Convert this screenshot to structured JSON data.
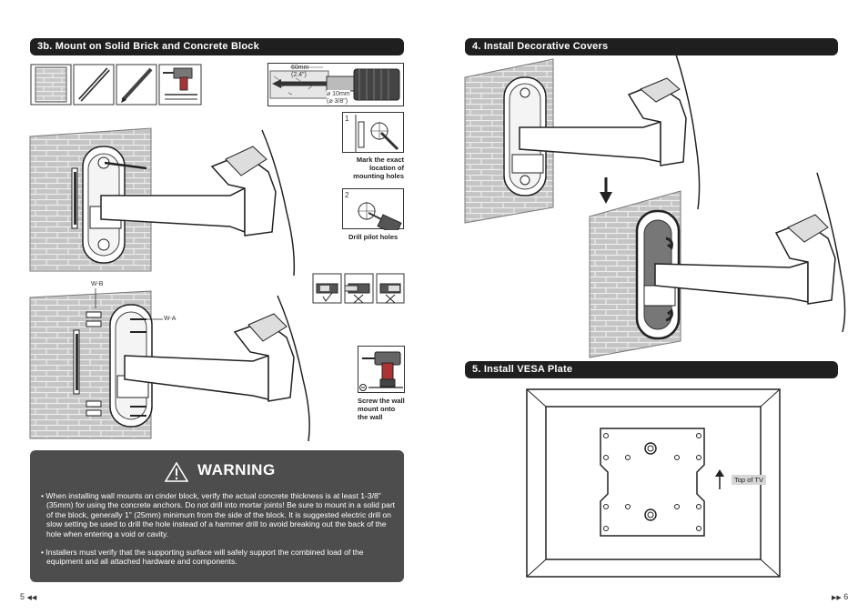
{
  "left": {
    "section_title": "3b. Mount on Solid Brick and Concrete Block",
    "drill_diagram": {
      "depth": "60mm",
      "depth_in": "(2.4\")",
      "diameter": "⌀ 10mm",
      "diameter_in": "(⌀ 3/8\")"
    },
    "step1": {
      "number": "1",
      "caption_lines": [
        "Mark the exact",
        "location of",
        "mounting holes"
      ]
    },
    "step2": {
      "number": "2",
      "caption": "Drill pilot holes"
    },
    "labels": {
      "wb": "W-B",
      "wa": "W-A"
    },
    "step3": {
      "caption_lines": [
        "Screw the wall",
        "mount onto",
        "the wall"
      ]
    },
    "warning": {
      "title": "WARNING",
      "bullets": [
        "• When installing wall mounts on cinder block, verify the actual concrete thickness is at least 1-3/8\" (35mm) for using the concrete anchors. Do not drill into mortar joints! Be sure to mount in a solid part of the block, generally 1\" (25mm) minimum from the side of the block. It is suggested electric drill on slow setting be used to drill the hole instead of a hammer drill to avoid breaking out the back of the hole when entering a void or cavity.",
        "• Installers must verify that the supporting surface will safely support the combined load of the equipment and all attached hardware and components."
      ]
    },
    "page_number": "5"
  },
  "right": {
    "section4_title": "4. Install Decorative Covers",
    "section5_title": "5.  Install VESA Plate",
    "top_of_tv": "Top of  TV",
    "page_number": "6"
  },
  "colors": {
    "bar": "#1f1f1f",
    "warning_bg": "#4d4d4d",
    "brick": "#bdbdbd",
    "mortar": "#ececec"
  }
}
